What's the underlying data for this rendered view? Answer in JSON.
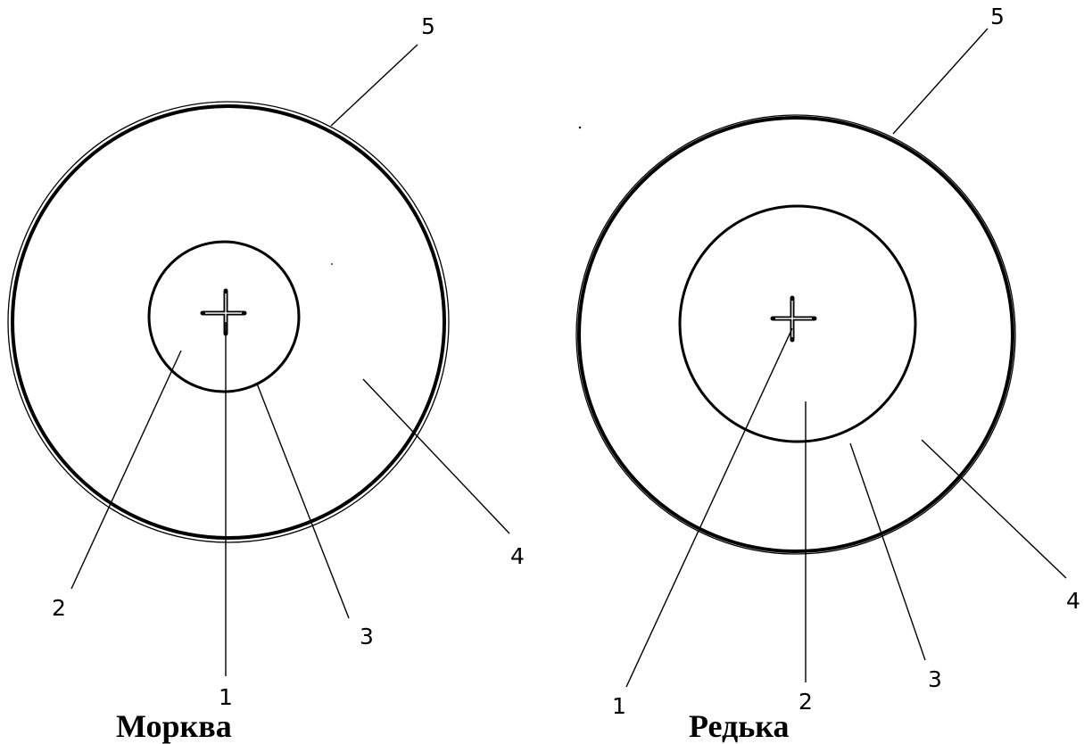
{
  "figures": [
    {
      "caption": "Морква",
      "labels": [
        "1",
        "2",
        "3",
        "4",
        "5"
      ]
    },
    {
      "caption": "Редька",
      "labels": [
        "1",
        "2",
        "3",
        "4",
        "5"
      ]
    }
  ],
  "colors": {
    "stroke": "#000000",
    "background": "#ffffff"
  }
}
